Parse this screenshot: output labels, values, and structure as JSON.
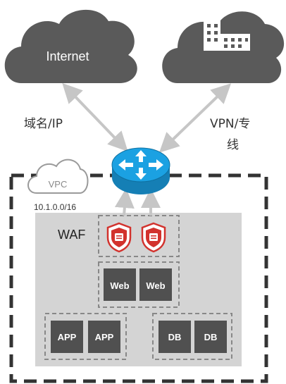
{
  "clouds": {
    "internet": {
      "label": "Internet"
    },
    "idc": {
      "icon": "office-building-icon"
    }
  },
  "connections": {
    "internet": {
      "label": "域名/IP"
    },
    "vpn": {
      "label_line1": "VPN/专",
      "label_line2": "线"
    }
  },
  "router": {
    "icon": "router-icon"
  },
  "vpc": {
    "label": "VPC",
    "cidr": "10.1.0.0/16"
  },
  "waf": {
    "label": "WAF",
    "icon": "shield-icon"
  },
  "tiers": {
    "web": [
      "Web",
      "Web"
    ],
    "app": [
      "APP",
      "APP"
    ],
    "db": [
      "DB",
      "DB"
    ]
  },
  "colors": {
    "cloud": "#5a5a5a",
    "router": "#1ba1e2",
    "arrow": "#c6c6c6",
    "shield": "#d2322d",
    "panel": "#d4d4d4",
    "server": "#505050",
    "dash": "#333333"
  }
}
